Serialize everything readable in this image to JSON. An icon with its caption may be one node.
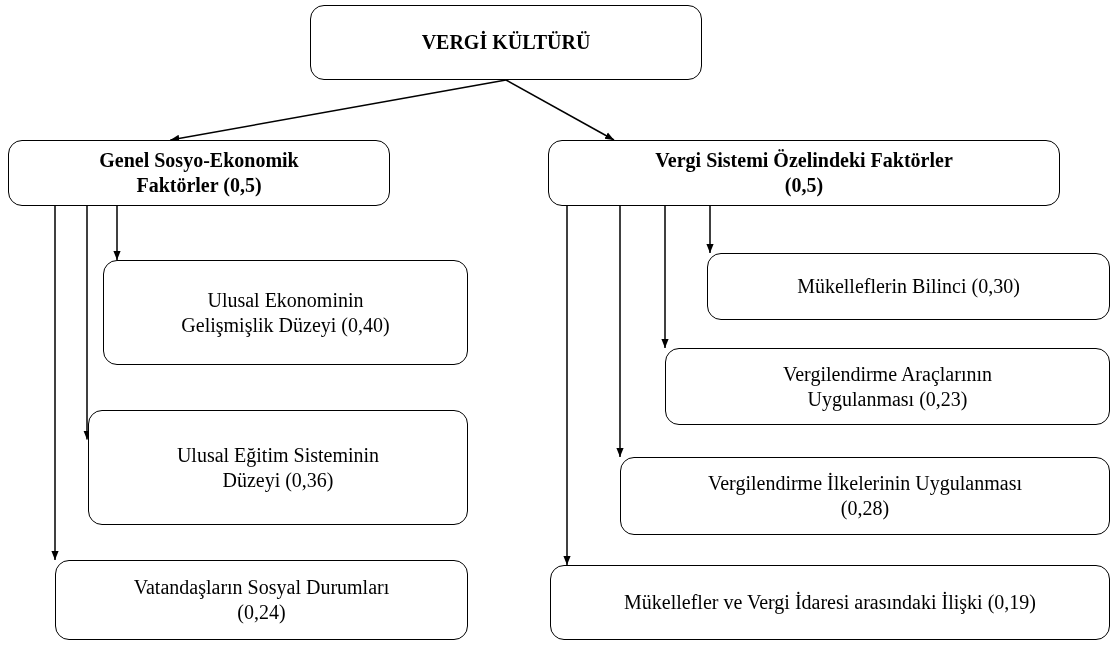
{
  "diagram": {
    "nodes": [
      {
        "text": [
          "VERGİ KÜLTÜRÜ"
        ]
      },
      {
        "text": [
          "Genel Sosyo-Ekonomik Faktörler (0,5)"
        ]
      },
      {
        "text": [
          "Vergi Sistemi Özelindeki Faktörler (0,5)"
        ]
      },
      {
        "text": [
          "Ulusal Ekonominin Gelişmişlik Düzeyi (0,40)"
        ]
      },
      {
        "text": [
          "Ulusal Eğitim Sisteminin Düzeyi (0,36)"
        ]
      },
      {
        "text": [
          "Vatandaşların Sosyal Durumları (0,24)"
        ]
      },
      {
        "text": [
          "Mükelleflerin Bilinci (0,30)"
        ]
      },
      {
        "text": [
          "Vergilendirme Araçlarının Uygulanması (0,23)"
        ]
      },
      {
        "text": [
          "Vergilendirme İlkelerinin Uygulanması (0,28)"
        ]
      },
      {
        "text": [
          "Mükellefler ve Vergi İdaresi arasındaki İlişki (0,19)"
        ]
      }
    ],
    "edges": [
      {
        "from": 0,
        "to": 1,
        "arrow": "to"
      },
      {
        "from": 0,
        "to": 2,
        "arrow": "to"
      },
      {
        "from": 1,
        "to": 3,
        "arrow": "to"
      },
      {
        "from": 1,
        "to": 4,
        "arrow": "to"
      },
      {
        "from": 1,
        "to": 5,
        "arrow": "to"
      },
      {
        "from": 2,
        "to": 6,
        "arrow": "to"
      },
      {
        "from": 2,
        "to": 7,
        "arrow": "to"
      },
      {
        "from": 2,
        "to": 8,
        "arrow": "to"
      },
      {
        "from": 2,
        "to": 9,
        "arrow": "to"
      }
    ]
  }
}
